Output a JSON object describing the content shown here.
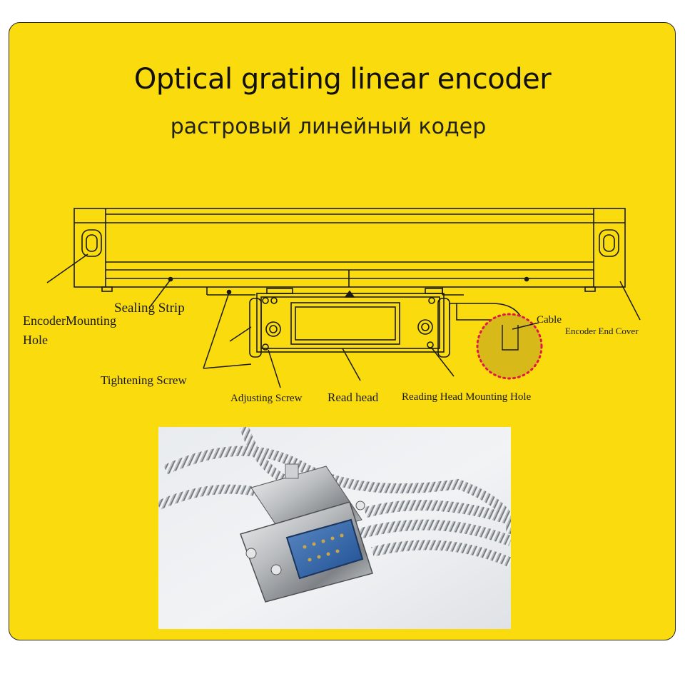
{
  "title": "Optical grating linear encoder",
  "subtitle": "растровый линейный кодер",
  "labels": {
    "encoder_mounting_hole_1": "EncoderMounting",
    "encoder_mounting_hole_2": "Hole",
    "sealing_strip": "Sealing Strip",
    "tightening_screw": "Tightening Screw",
    "adjusting_screw": "Adjusting Screw",
    "read_head": "Read head",
    "reading_head_mounting_hole": "Reading Head Mounting Hole",
    "cable": "Cable",
    "encoder_end_cover": "Encoder End Cover"
  },
  "colors": {
    "background": "#fadb0e",
    "line": "#1a1a1a",
    "highlight_dots": "#e0184a"
  }
}
